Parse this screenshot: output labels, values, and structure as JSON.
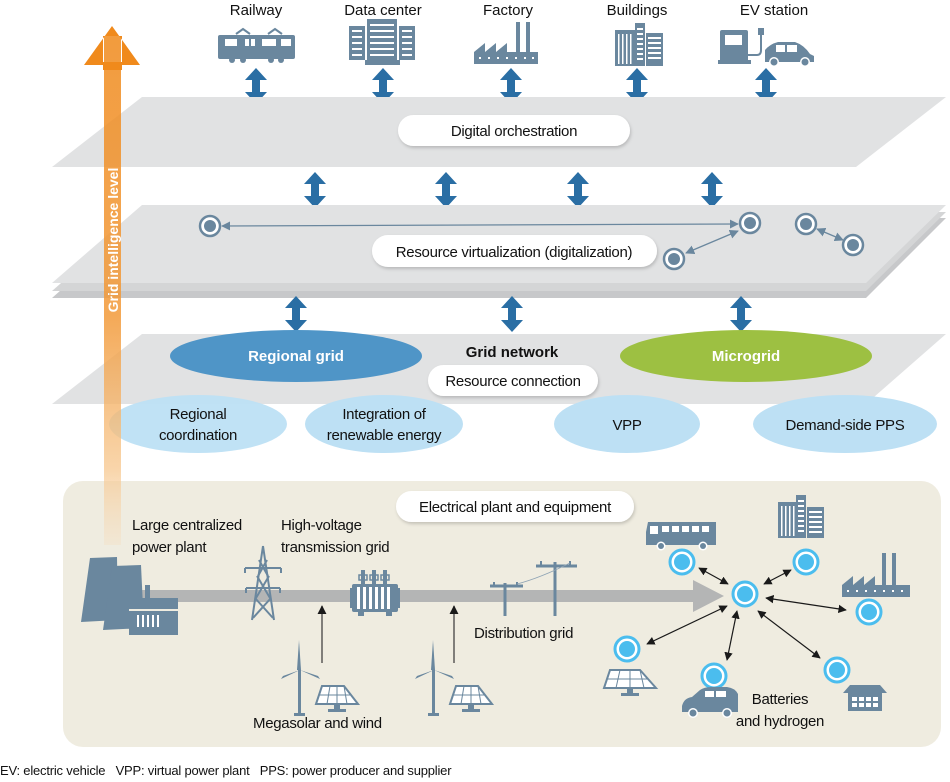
{
  "colors": {
    "icon": "#6a879e",
    "arrow_blue": "#2a6ea4",
    "layer_gray": "#e1e2e3",
    "layer_dark": "#c7c8ca",
    "orange": "#f08a1c",
    "regional_grid": "#4f95c7",
    "microgrid": "#9dc042",
    "light_blue": "#bde0f4",
    "node_cyan": "#4bbdee",
    "plant_bg": "#efece0",
    "power_line": "#b4b5b5"
  },
  "top_consumers": [
    {
      "label": "Railway",
      "icon": "train-icon"
    },
    {
      "label": "Data center",
      "icon": "server-icon"
    },
    {
      "label": "Factory",
      "icon": "factory-icon"
    },
    {
      "label": "Buildings",
      "icon": "buildings-icon"
    },
    {
      "label": "EV station",
      "icon": "ev-charger-icon"
    }
  ],
  "axis_label": "Grid intelligence level",
  "layers": {
    "orchestration": "Digital orchestration",
    "virtualization": "Resource virtualization (digitalization)",
    "grid_network": {
      "title": "Grid network",
      "subtitle": "Resource connection",
      "regional_grid": "Regional grid",
      "microgrid": "Microgrid"
    },
    "grid_functions": [
      {
        "line1": "Regional",
        "line2": "coordination"
      },
      {
        "line1": "Integration of",
        "line2": "renewable energy"
      },
      {
        "line1": "VPP",
        "line2": ""
      },
      {
        "line1": "Demand-side PPS",
        "line2": ""
      }
    ],
    "plant": {
      "title": "Electrical plant and equipment",
      "large_plant": {
        "line1": "Large centralized",
        "line2": "power plant"
      },
      "transmission": {
        "line1": "High-voltage",
        "line2": "transmission grid"
      },
      "distribution": "Distribution grid",
      "renewables": "Megasolar and wind",
      "storage": {
        "line1": "Batteries",
        "line2": "and hydrogen"
      }
    }
  },
  "footnote": "EV: electric vehicle   VPP: virtual power plant   PPS: power producer and supplier"
}
